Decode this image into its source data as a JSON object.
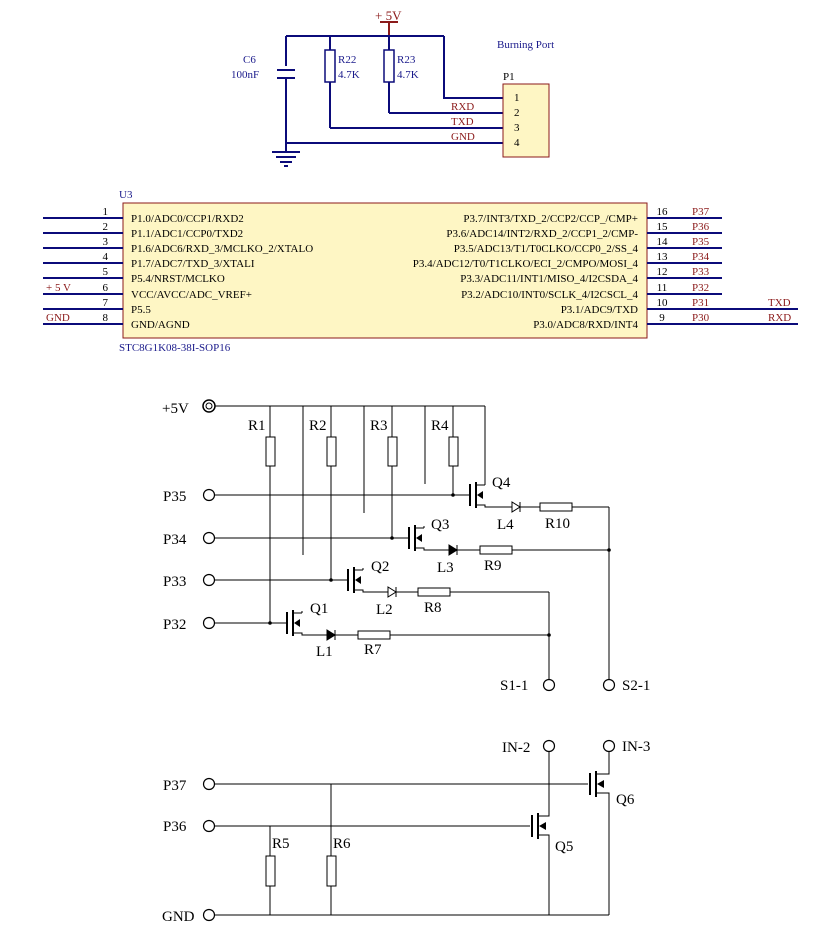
{
  "power": {
    "vcc_label": "+ 5V"
  },
  "burning_port": {
    "title": "Burning Port",
    "capacitor": {
      "ref": "C6",
      "value": "100nF"
    },
    "r22": {
      "ref": "R22",
      "value": "4.7K"
    },
    "r23": {
      "ref": "R23",
      "value": "4.7K"
    },
    "connector": {
      "ref": "P1",
      "pins": [
        "1",
        "2",
        "3",
        "4"
      ]
    },
    "net_labels": [
      "RXD",
      "TXD",
      "GND"
    ]
  },
  "mcu": {
    "ref": "U3",
    "part": "STC8G1K08-38I-SOP16",
    "left_pins": [
      {
        "num": "1",
        "name": "P1.0/ADC0/CCP1/RXD2",
        "net": ""
      },
      {
        "num": "2",
        "name": "P1.1/ADC1/CCP0/TXD2",
        "net": ""
      },
      {
        "num": "3",
        "name": "P1.6/ADC6/RXD_3/MCLKO_2/XTALO",
        "net": ""
      },
      {
        "num": "4",
        "name": "P1.7/ADC7/TXD_3/XTALI",
        "net": ""
      },
      {
        "num": "5",
        "name": "P5.4/NRST/MCLKO",
        "net": ""
      },
      {
        "num": "6",
        "name": "VCC/AVCC/ADC_VREF+",
        "net": "+ 5 V"
      },
      {
        "num": "7",
        "name": "P5.5",
        "net": ""
      },
      {
        "num": "8",
        "name": "GND/AGND",
        "net": "GND"
      }
    ],
    "right_pins": [
      {
        "num": "16",
        "name": "P3.7/INT3/TXD_2/CCP2/CCP_/CMP+",
        "net": "P37",
        "ext": ""
      },
      {
        "num": "15",
        "name": "P3.6/ADC14/INT2/RXD_2/CCP1_2/CMP-",
        "net": "P36",
        "ext": ""
      },
      {
        "num": "14",
        "name": "P3.5/ADC13/T1/T0CLKO/CCP0_2/SS_4",
        "net": "P35",
        "ext": ""
      },
      {
        "num": "13",
        "name": "P3.4/ADC12/T0/T1CLKO/ECI_2/CMPO/MOSI_4",
        "net": "P34",
        "ext": ""
      },
      {
        "num": "12",
        "name": "P3.3/ADC11/INT1/MISO_4/I2CSDA_4",
        "net": "P33",
        "ext": ""
      },
      {
        "num": "11",
        "name": "P3.2/ADC10/INT0/SCLK_4/I2CSCL_4",
        "net": "P32",
        "ext": ""
      },
      {
        "num": "10",
        "name": "P3.1/ADC9/TXD",
        "net": "P31",
        "ext": "TXD"
      },
      {
        "num": "9",
        "name": "P3.0/ADC8/RXD/INT4",
        "net": "P30",
        "ext": "RXD"
      }
    ]
  },
  "driver": {
    "vcc": "+5V",
    "inputs": [
      "P35",
      "P34",
      "P33",
      "P32"
    ],
    "resistors_pullup": [
      "R1",
      "R2",
      "R3",
      "R4"
    ],
    "transistors": [
      "Q4",
      "Q3",
      "Q2",
      "Q1"
    ],
    "leds": [
      "L4",
      "L3",
      "L2",
      "L1"
    ],
    "series_resistors": [
      "R10",
      "R9",
      "R8",
      "R7"
    ],
    "outputs": [
      "S1-1",
      "S2-1"
    ]
  },
  "switch": {
    "inputs": [
      "P37",
      "P36",
      "GND"
    ],
    "resistors": [
      "R5",
      "R6"
    ],
    "transistors": [
      "Q6",
      "Q5"
    ],
    "outputs": [
      "IN-2",
      "IN-3"
    ]
  }
}
